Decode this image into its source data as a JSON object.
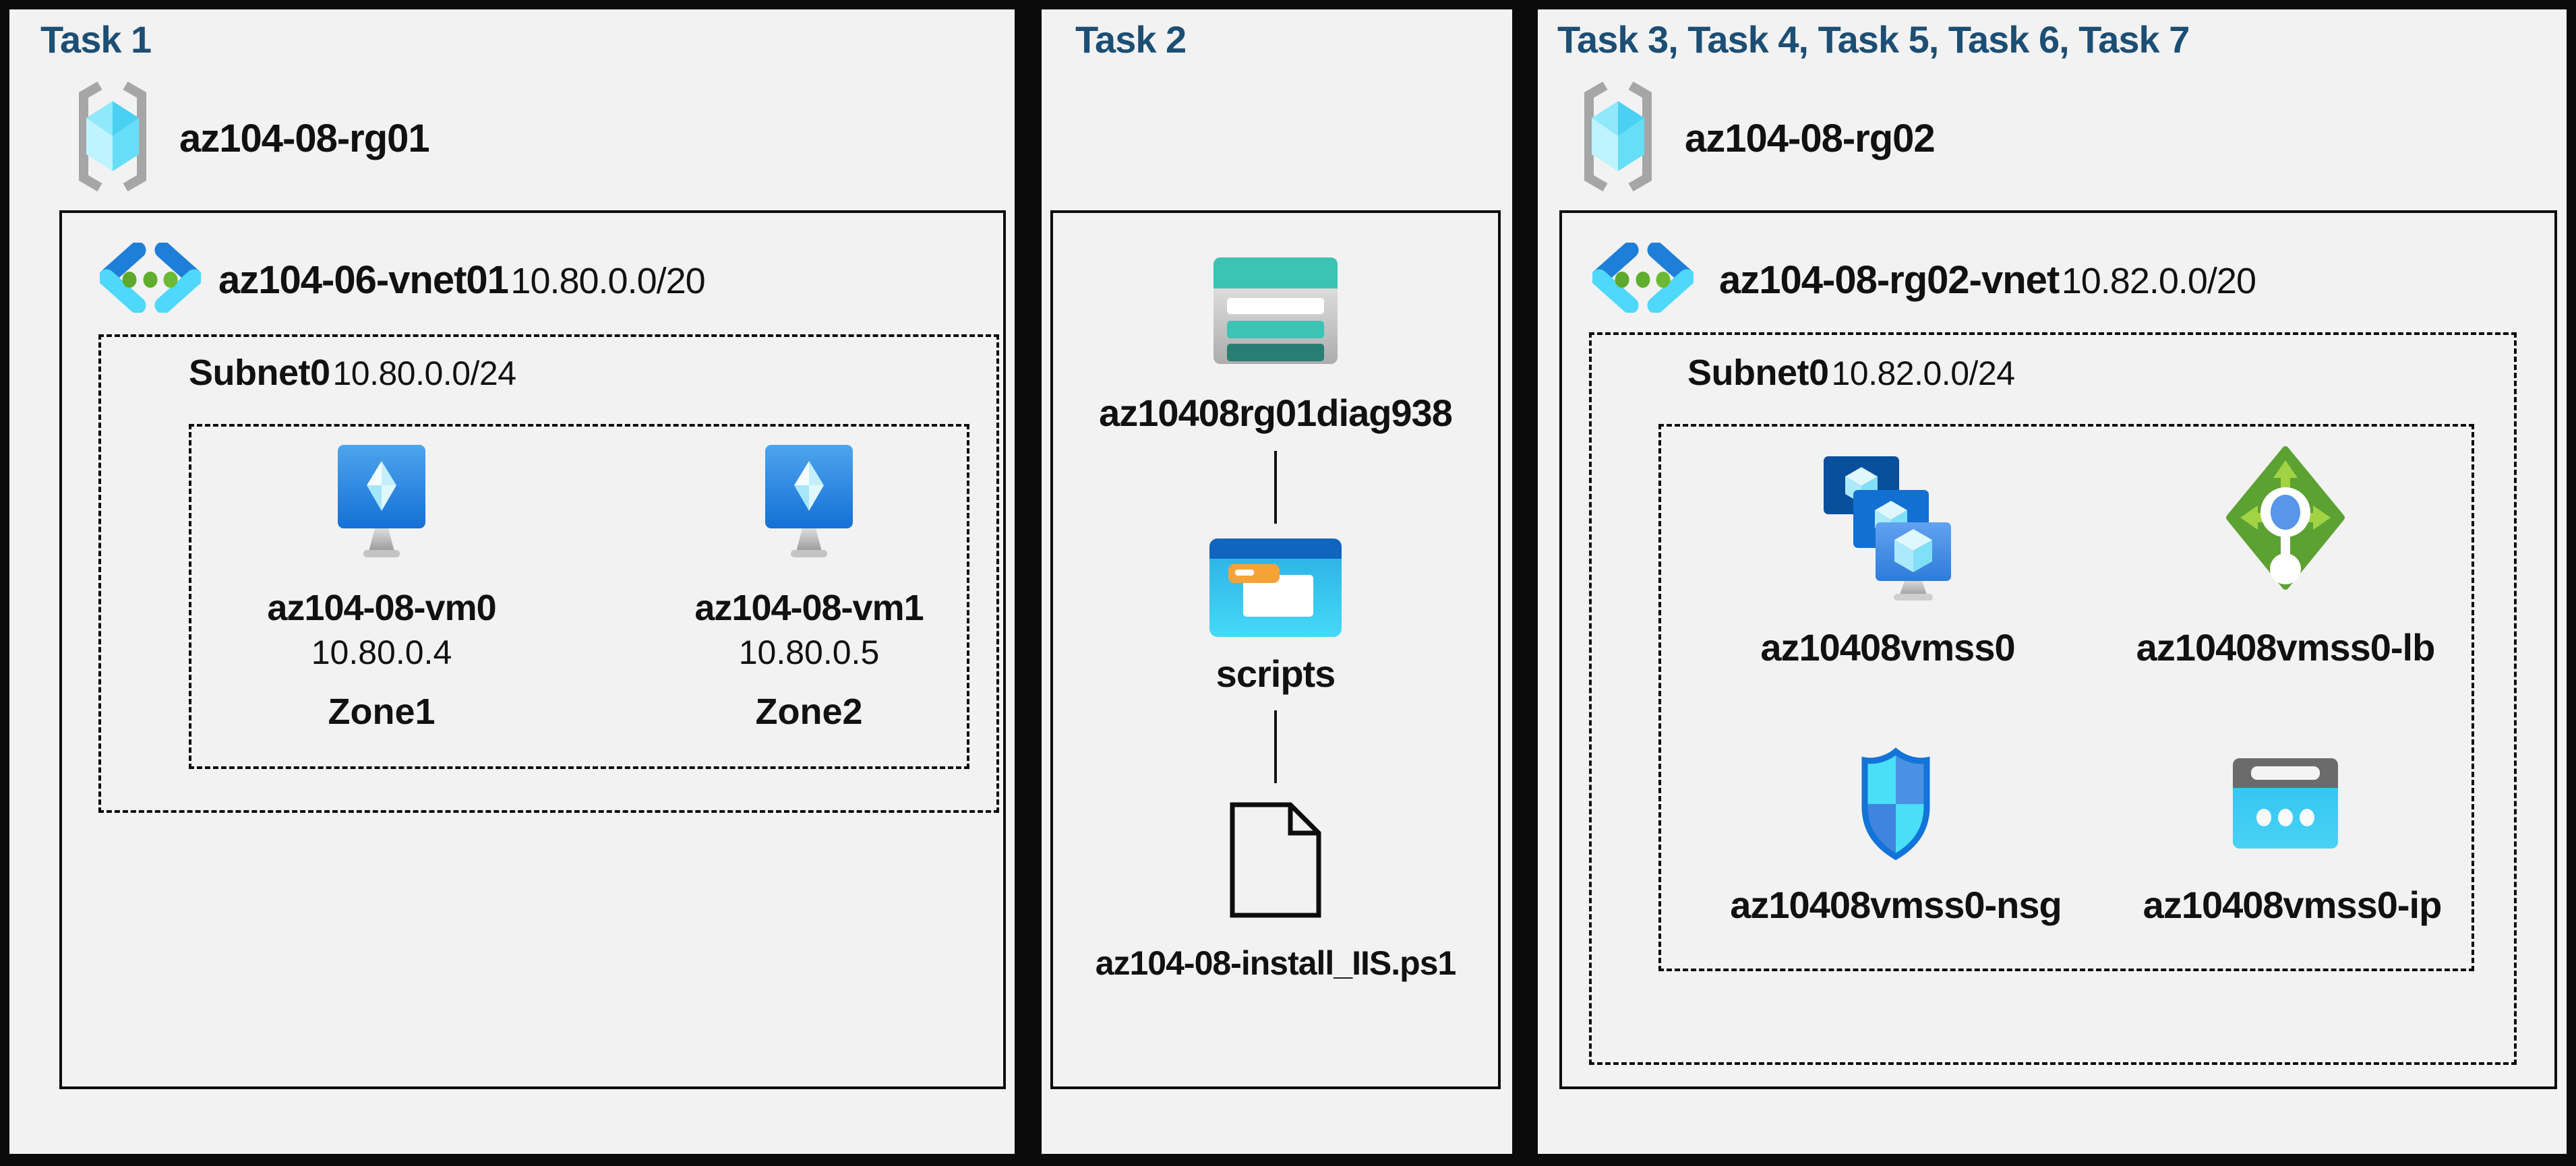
{
  "meta": {
    "description": "Azure AZ-104 lab 08 architecture diagram",
    "colors": {
      "background": "#0b0b0b",
      "panel": "#f2f2f2",
      "title_text": "#1d4e74",
      "label_text": "#111111",
      "border": "#0d0d0d",
      "vnet_blue": "#1e7fd8",
      "vnet_cyan": "#4ed8fa",
      "dot_green": "#5ea92c",
      "storage_teal": "#3dc3b3",
      "lb_green": "#5ca232",
      "nsg_blue": "#1273d8",
      "ip_cyan": "#2bc1f0"
    },
    "icons": [
      "resource-group-icon",
      "virtual-network-icon",
      "virtual-machine-icon",
      "storage-account-icon",
      "blob-container-icon",
      "script-file-icon",
      "vm-scale-set-icon",
      "load-balancer-icon",
      "network-security-group-icon",
      "public-ip-icon"
    ]
  },
  "panels": [
    {
      "title": "Task 1",
      "resource_group": {
        "name": "az104-08-rg01"
      },
      "vnet": {
        "name": "az104-06-vnet01",
        "cidr": "10.80.0.0/20"
      },
      "subnet": {
        "name": "Subnet0",
        "cidr": "10.80.0.0/24"
      },
      "vms": [
        {
          "name": "az104-08-vm0",
          "ip": "10.80.0.4",
          "zone": "Zone1"
        },
        {
          "name": "az104-08-vm1",
          "ip": "10.80.0.5",
          "zone": "Zone2"
        }
      ]
    },
    {
      "title": "Task 2",
      "storage_account": {
        "name": "az10408rg01diag938"
      },
      "container": {
        "name": "scripts"
      },
      "file": {
        "name": "az104-08-install_IIS.ps1"
      }
    },
    {
      "title": "Task 3, Task 4, Task 5, Task 6, Task 7",
      "resource_group": {
        "name": "az104-08-rg02"
      },
      "vnet": {
        "name": "az104-08-rg02-vnet",
        "cidr": "10.82.0.0/20"
      },
      "subnet": {
        "name": "Subnet0",
        "cidr": "10.82.0.0/24"
      },
      "resources": [
        {
          "name": "az10408vmss0",
          "type": "vm-scale-set"
        },
        {
          "name": "az10408vmss0-lb",
          "type": "load-balancer"
        },
        {
          "name": "az10408vmss0-nsg",
          "type": "network-security-group"
        },
        {
          "name": "az10408vmss0-ip",
          "type": "public-ip"
        }
      ]
    }
  ]
}
